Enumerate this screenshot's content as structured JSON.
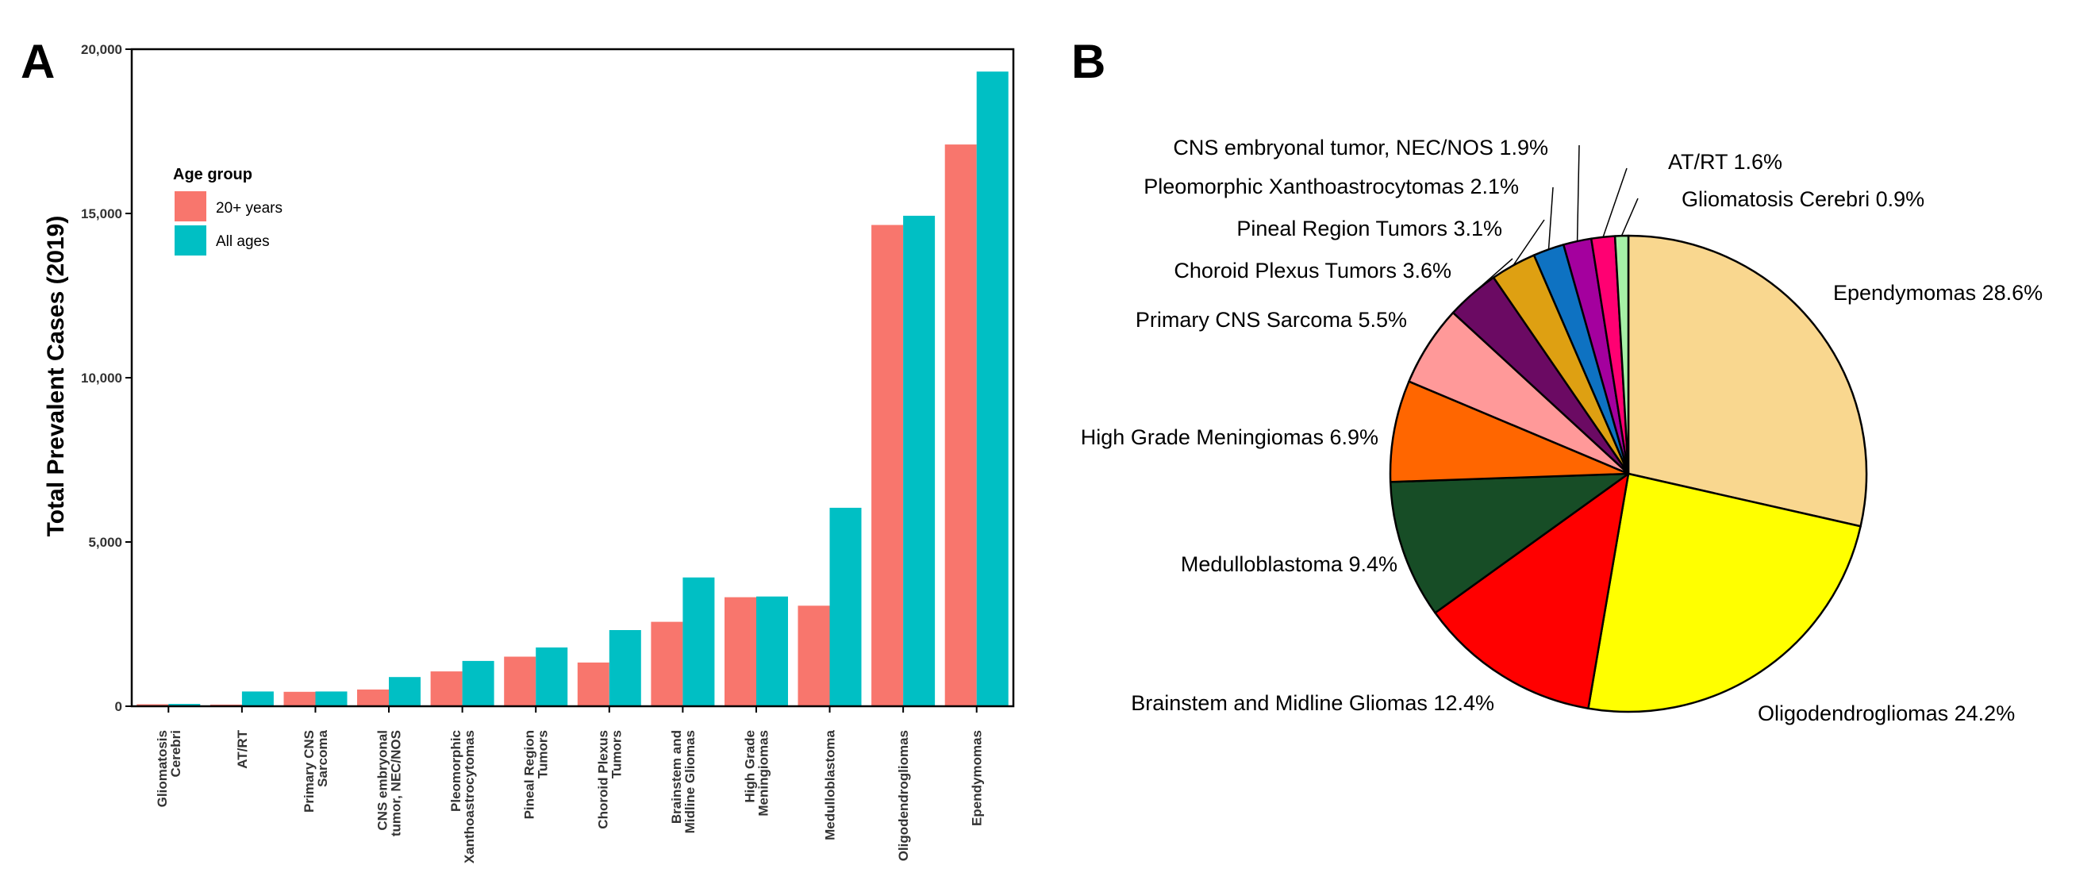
{
  "panels": {
    "a_label": "A",
    "b_label": "B"
  },
  "colors": {
    "adult": "#f8766d",
    "all_ages": "#00bfc4"
  },
  "chart_data": [
    {
      "type": "bar",
      "panel": "A",
      "ylabel": "Total Prevalent Cases (2019)",
      "xlabel": "",
      "ylim": [
        0,
        20000
      ],
      "yticks": [
        0,
        5000,
        10000,
        15000,
        20000
      ],
      "ytick_labels": [
        "0",
        "5,000",
        "10,000",
        "15,000",
        "20,000"
      ],
      "grid": false,
      "legend": {
        "title": "Age group",
        "placement": "top-left"
      },
      "categories": [
        [
          "Gliomatosis",
          "Cerebri"
        ],
        [
          "AT/RT"
        ],
        [
          "Primary CNS",
          "Sarcoma"
        ],
        [
          "CNS embryonal",
          "tumor, NEC/NOS"
        ],
        [
          "Pleomorphic",
          "Xanthoastrocytomas"
        ],
        [
          "Pineal Region",
          "Tumors"
        ],
        [
          "Choroid Plexus",
          "Tumors"
        ],
        [
          "Brainstem and",
          "Midline Gliomas"
        ],
        [
          "High Grade",
          "Meningiomas"
        ],
        [
          "Medulloblastoma"
        ],
        [
          "Oligodendrogliomas"
        ],
        [
          "Ependymomas"
        ]
      ],
      "series": [
        {
          "name": "20+ years",
          "color": "#f8766d",
          "values": [
            60,
            50,
            440,
            510,
            1060,
            1510,
            1330,
            2570,
            3320,
            3060,
            14650,
            17100
          ]
        },
        {
          "name": "All ages",
          "color": "#00bfc4",
          "values": [
            70,
            450,
            450,
            890,
            1380,
            1790,
            2320,
            3920,
            3340,
            6040,
            14930,
            19320
          ]
        }
      ]
    },
    {
      "type": "pie",
      "panel": "B",
      "slices": [
        {
          "label": "Ependymomas 28.6%",
          "value": 28.6,
          "color": "#f9d78f"
        },
        {
          "label": "Oligodendrogliomas 24.2%",
          "value": 24.2,
          "color": "#ffff00"
        },
        {
          "label": "Brainstem and Midline Gliomas 12.4%",
          "value": 12.4,
          "color": "#ff0000"
        },
        {
          "label": "Medulloblastoma 9.4%",
          "value": 9.4,
          "color": "#174d26"
        },
        {
          "label": "High Grade Meningiomas 6.9%",
          "value": 6.9,
          "color": "#ff6600"
        },
        {
          "label": "Primary CNS Sarcoma 5.5%",
          "value": 5.5,
          "color": "#ff9999"
        },
        {
          "label": "Choroid Plexus Tumors 3.6%",
          "value": 3.6,
          "color": "#6b0a63"
        },
        {
          "label": "Pineal Region Tumors 3.1%",
          "value": 3.1,
          "color": "#dea012"
        },
        {
          "label": "Pleomorphic Xanthoastrocytomas 2.1%",
          "value": 2.1,
          "color": "#0e72c2"
        },
        {
          "label": "CNS embryonal tumor, NEC/NOS 1.9%",
          "value": 1.9,
          "color": "#a4009e"
        },
        {
          "label": "AT/RT 1.6%",
          "value": 1.6,
          "color": "#ff0072"
        },
        {
          "label": "Gliomatosis Cerebri 0.9%",
          "value": 0.9,
          "color": "#a6f0a6"
        }
      ]
    }
  ]
}
